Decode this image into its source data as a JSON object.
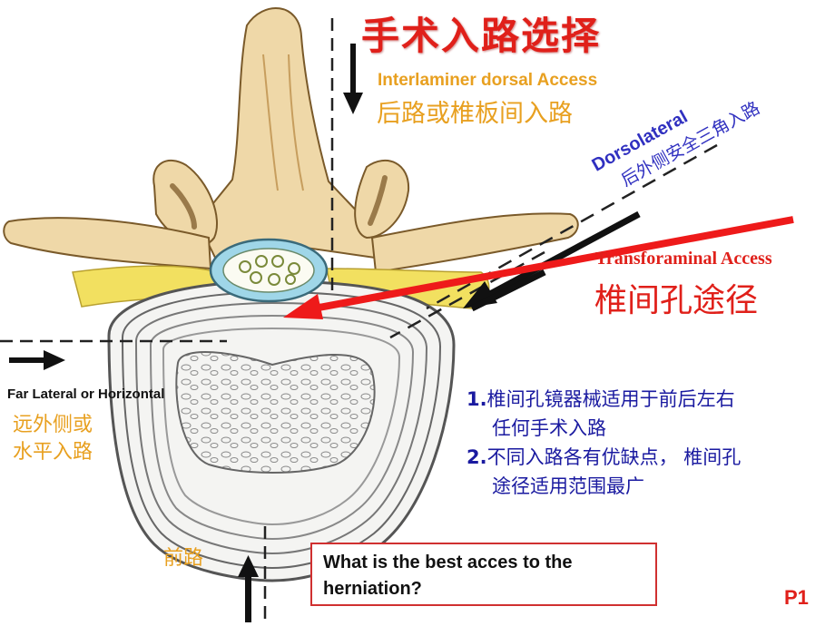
{
  "title": "手术入路选择",
  "approaches": {
    "dorsal": {
      "en": "Interlaminer dorsal Access",
      "cn": "后路或椎板间入路"
    },
    "dorsolateral": {
      "en": "Dorsolateral",
      "cn": "后外侧安全三角入路"
    },
    "transforaminal": {
      "en": "Transforaminal Access",
      "cn": "椎间孔途径"
    },
    "far_lateral": {
      "en": "Far Lateral or Horizontal",
      "cn_line1": "远外侧或",
      "cn_line2": "水平入路"
    },
    "anterior": {
      "cn": "前路"
    }
  },
  "notes": [
    {
      "num": "1.",
      "line1": "椎间孔镜器械适用于前后左右",
      "line2": "任何手术入路"
    },
    {
      "num": "2.",
      "line1": "不同入路各有优缺点，  椎间孔",
      "line2": "途径适用范围最广"
    }
  ],
  "question": "What is the best acces to the herniation?",
  "page": "P1",
  "colors": {
    "title_red": "#e0201a",
    "approach_orange": "#e8a020",
    "note_blue": "#1a1aa0",
    "dorsolateral_blue": "#3030c0",
    "bone": "#efd8a8",
    "nerve_yellow": "#f2e060",
    "canal_blue": "#9fd6e8"
  },
  "icons": [
    "down-arrow-icon",
    "up-arrow-icon",
    "right-arrow-icon",
    "oblique-arrow-icon",
    "red-arrow-icon"
  ]
}
